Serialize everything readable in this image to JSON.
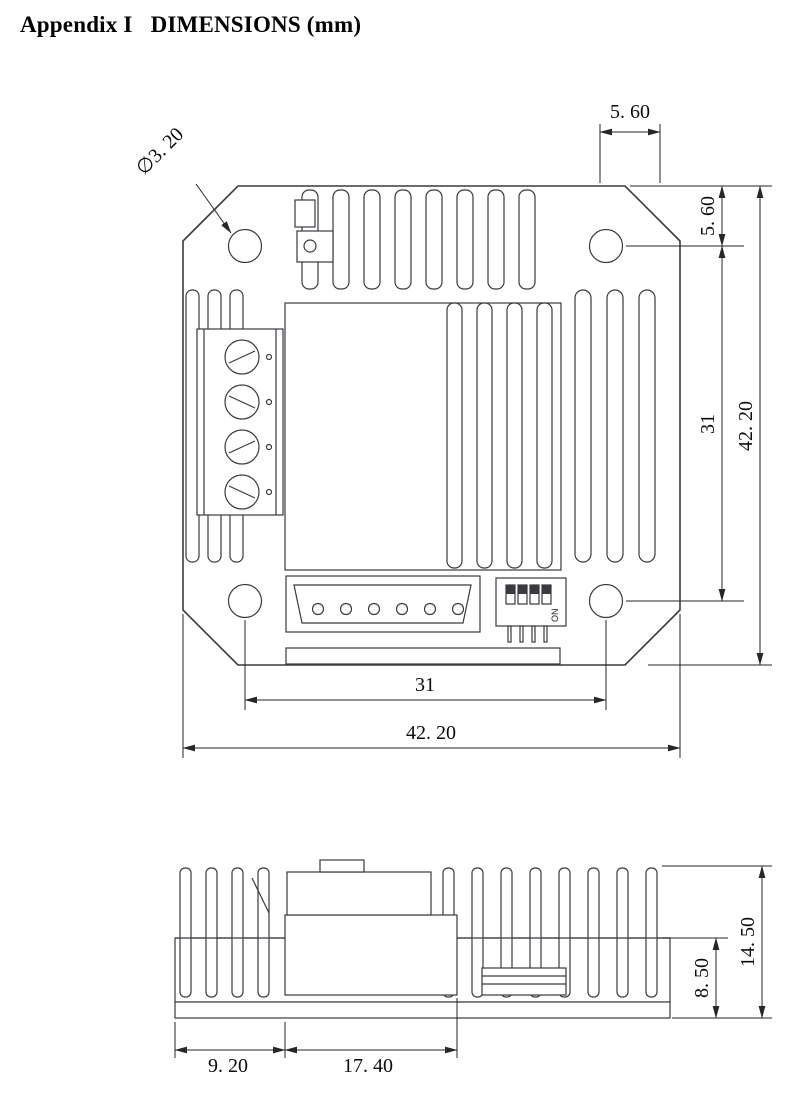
{
  "page": {
    "title_prefix": "Appendix I",
    "title_main": "DIMENSIONS (mm)"
  },
  "top_view": {
    "hole_diameter": "∅3. 20",
    "edge_to_hole_top": "5. 60",
    "edge_to_hole_right": "5. 60",
    "hole_spacing_vertical": "31",
    "overall_height": "42. 20",
    "hole_spacing_horizontal": "31",
    "overall_width": "42. 20",
    "dip_label": "ON"
  },
  "side_view": {
    "overall_height": "14. 50",
    "body_height": "8. 50",
    "left_section_width": "9. 20",
    "connector_section_width": "17. 40"
  }
}
